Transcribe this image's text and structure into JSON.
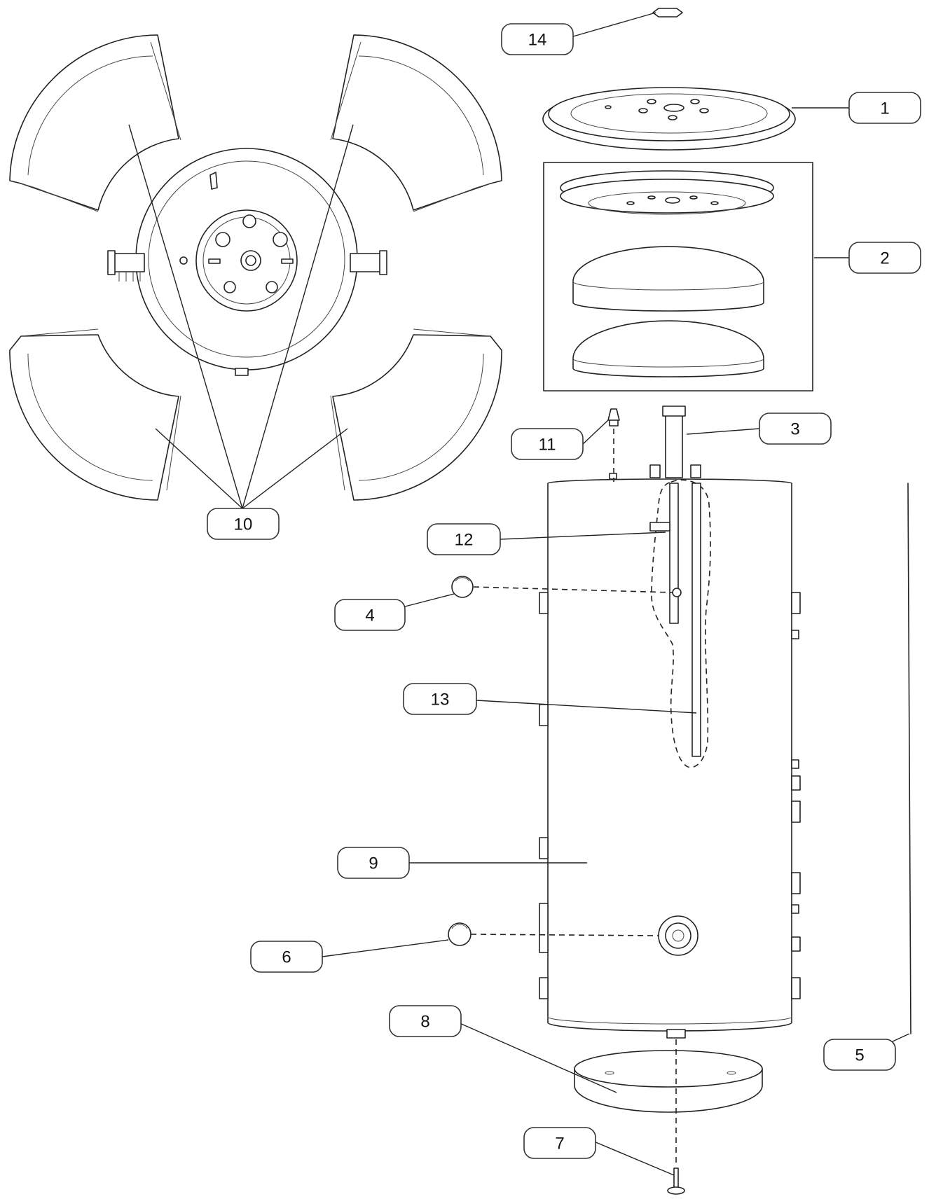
{
  "callouts": [
    {
      "id": "14",
      "label": "14"
    },
    {
      "id": "1",
      "label": "1"
    },
    {
      "id": "2",
      "label": "2"
    },
    {
      "id": "3",
      "label": "3"
    },
    {
      "id": "11",
      "label": "11"
    },
    {
      "id": "12",
      "label": "12"
    },
    {
      "id": "4",
      "label": "4"
    },
    {
      "id": "13",
      "label": "13"
    },
    {
      "id": "9",
      "label": "9"
    },
    {
      "id": "6",
      "label": "6"
    },
    {
      "id": "8",
      "label": "8"
    },
    {
      "id": "5",
      "label": "5"
    },
    {
      "id": "7",
      "label": "7"
    },
    {
      "id": "10",
      "label": "10"
    }
  ],
  "colors": {
    "line": "#222222",
    "background": "#ffffff"
  }
}
